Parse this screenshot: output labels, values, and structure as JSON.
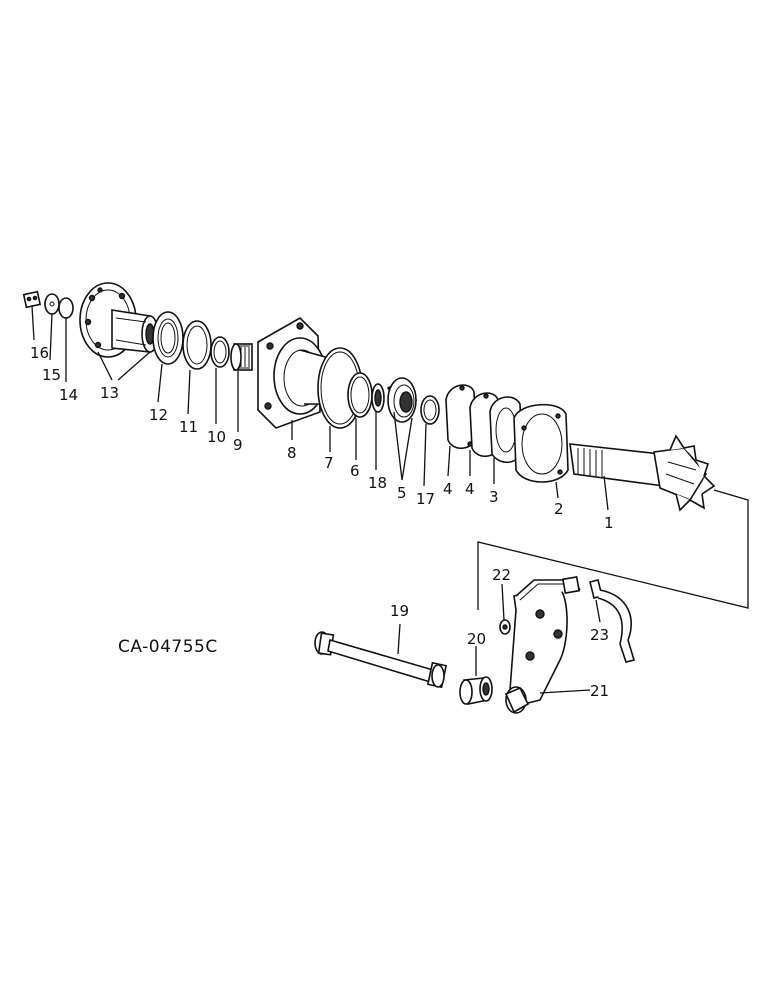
{
  "drawing_code": "CA-04755C",
  "callouts": {
    "c1": "1",
    "c2": "2",
    "c3": "3",
    "c4a": "4",
    "c4b": "4",
    "c5": "5",
    "c6": "6",
    "c7": "7",
    "c8": "8",
    "c9": "9",
    "c10": "10",
    "c11": "11",
    "c12": "12",
    "c13": "13",
    "c14": "14",
    "c15": "15",
    "c16": "16",
    "c17": "17",
    "c18": "18",
    "c19": "19",
    "c20": "20",
    "c21": "21",
    "c22": "22",
    "c23": "23"
  }
}
